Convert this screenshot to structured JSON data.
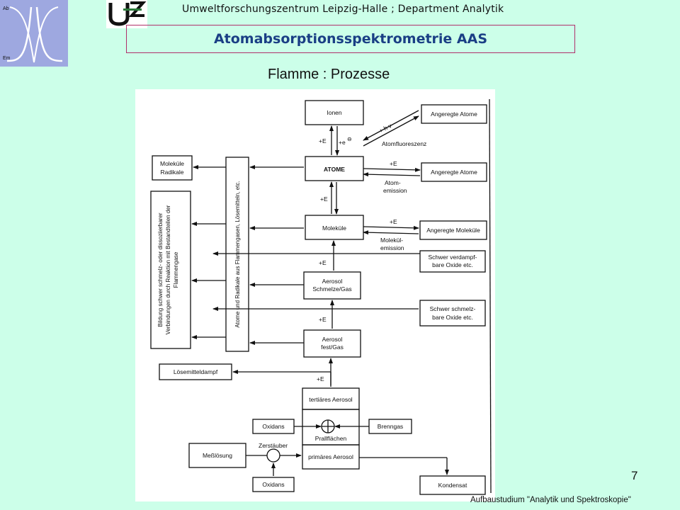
{
  "header": {
    "institute": "Umweltforschungszentrum Leipzig-Halle ; Department Analytik",
    "title": "Atomabsorptionsspektrometrie  AAS",
    "subtitle": "Flamme :  Prozesse"
  },
  "logo_left": {
    "label_top": "Ab",
    "label_bottom": "Em"
  },
  "logo_ufz": {
    "text": "UFZ"
  },
  "diagram": {
    "boxes": {
      "ionen": "Ionen",
      "atome": "ATOME",
      "molekuele": "Moleküle",
      "aerosol_schmelze": [
        "Aerosol",
        "Schmelze/Gas"
      ],
      "aerosol_fest": [
        "Aerosol",
        "fest/Gas"
      ],
      "tertiaer": "tertiäres Aerosol",
      "prallflaechen": "Prallflächen",
      "primaer": "primäres Aerosol",
      "messloesung": "Meßlösung",
      "oxidans_top": "Oxidans",
      "oxidans_bottom": "Oxidans",
      "brenngas": "Brenngas",
      "kondensat": "Kondensat",
      "loesemitteldampf": "Lösemitteldampf",
      "angeregte_atome_1": "Angeregte Atome",
      "angeregte_atome_2": "Angeregte Atome",
      "angeregte_molekuele": "Angeregte Moleküle",
      "schwer_verdampf": [
        "Schwer verdampf-",
        "bare Oxide etc."
      ],
      "schwer_schmelz": [
        "Schwer schmelz-",
        "bare Oxide etc."
      ],
      "molekuele_radikale": [
        "Moleküle",
        "Radikale"
      ],
      "left_tall": [
        "Bildung schwer schmelz- oder dissoziierbarer",
        "Verbindungen durch Reaktion mit Bestandteilen der",
        "Flammengase"
      ],
      "mid_tall": "Atome und Radikale aus Flammengasen, Lösemitteln, etc."
    },
    "labels": {
      "plus_e": "+E",
      "plus_e_minus": "+e",
      "minus_sign": "⊖",
      "h_nu": "+ h ν",
      "atomfluoreszenz": "Atomfluoreszenz",
      "atomemission": [
        "Atom-",
        "emission"
      ],
      "molekuelemission": [
        "Molekül-",
        "emission"
      ],
      "zerstaeuber": "Zerstäuber"
    }
  },
  "footer": {
    "page_number": "7",
    "course": "Aufbaustudium \"Analytik und Spektroskopie\""
  }
}
